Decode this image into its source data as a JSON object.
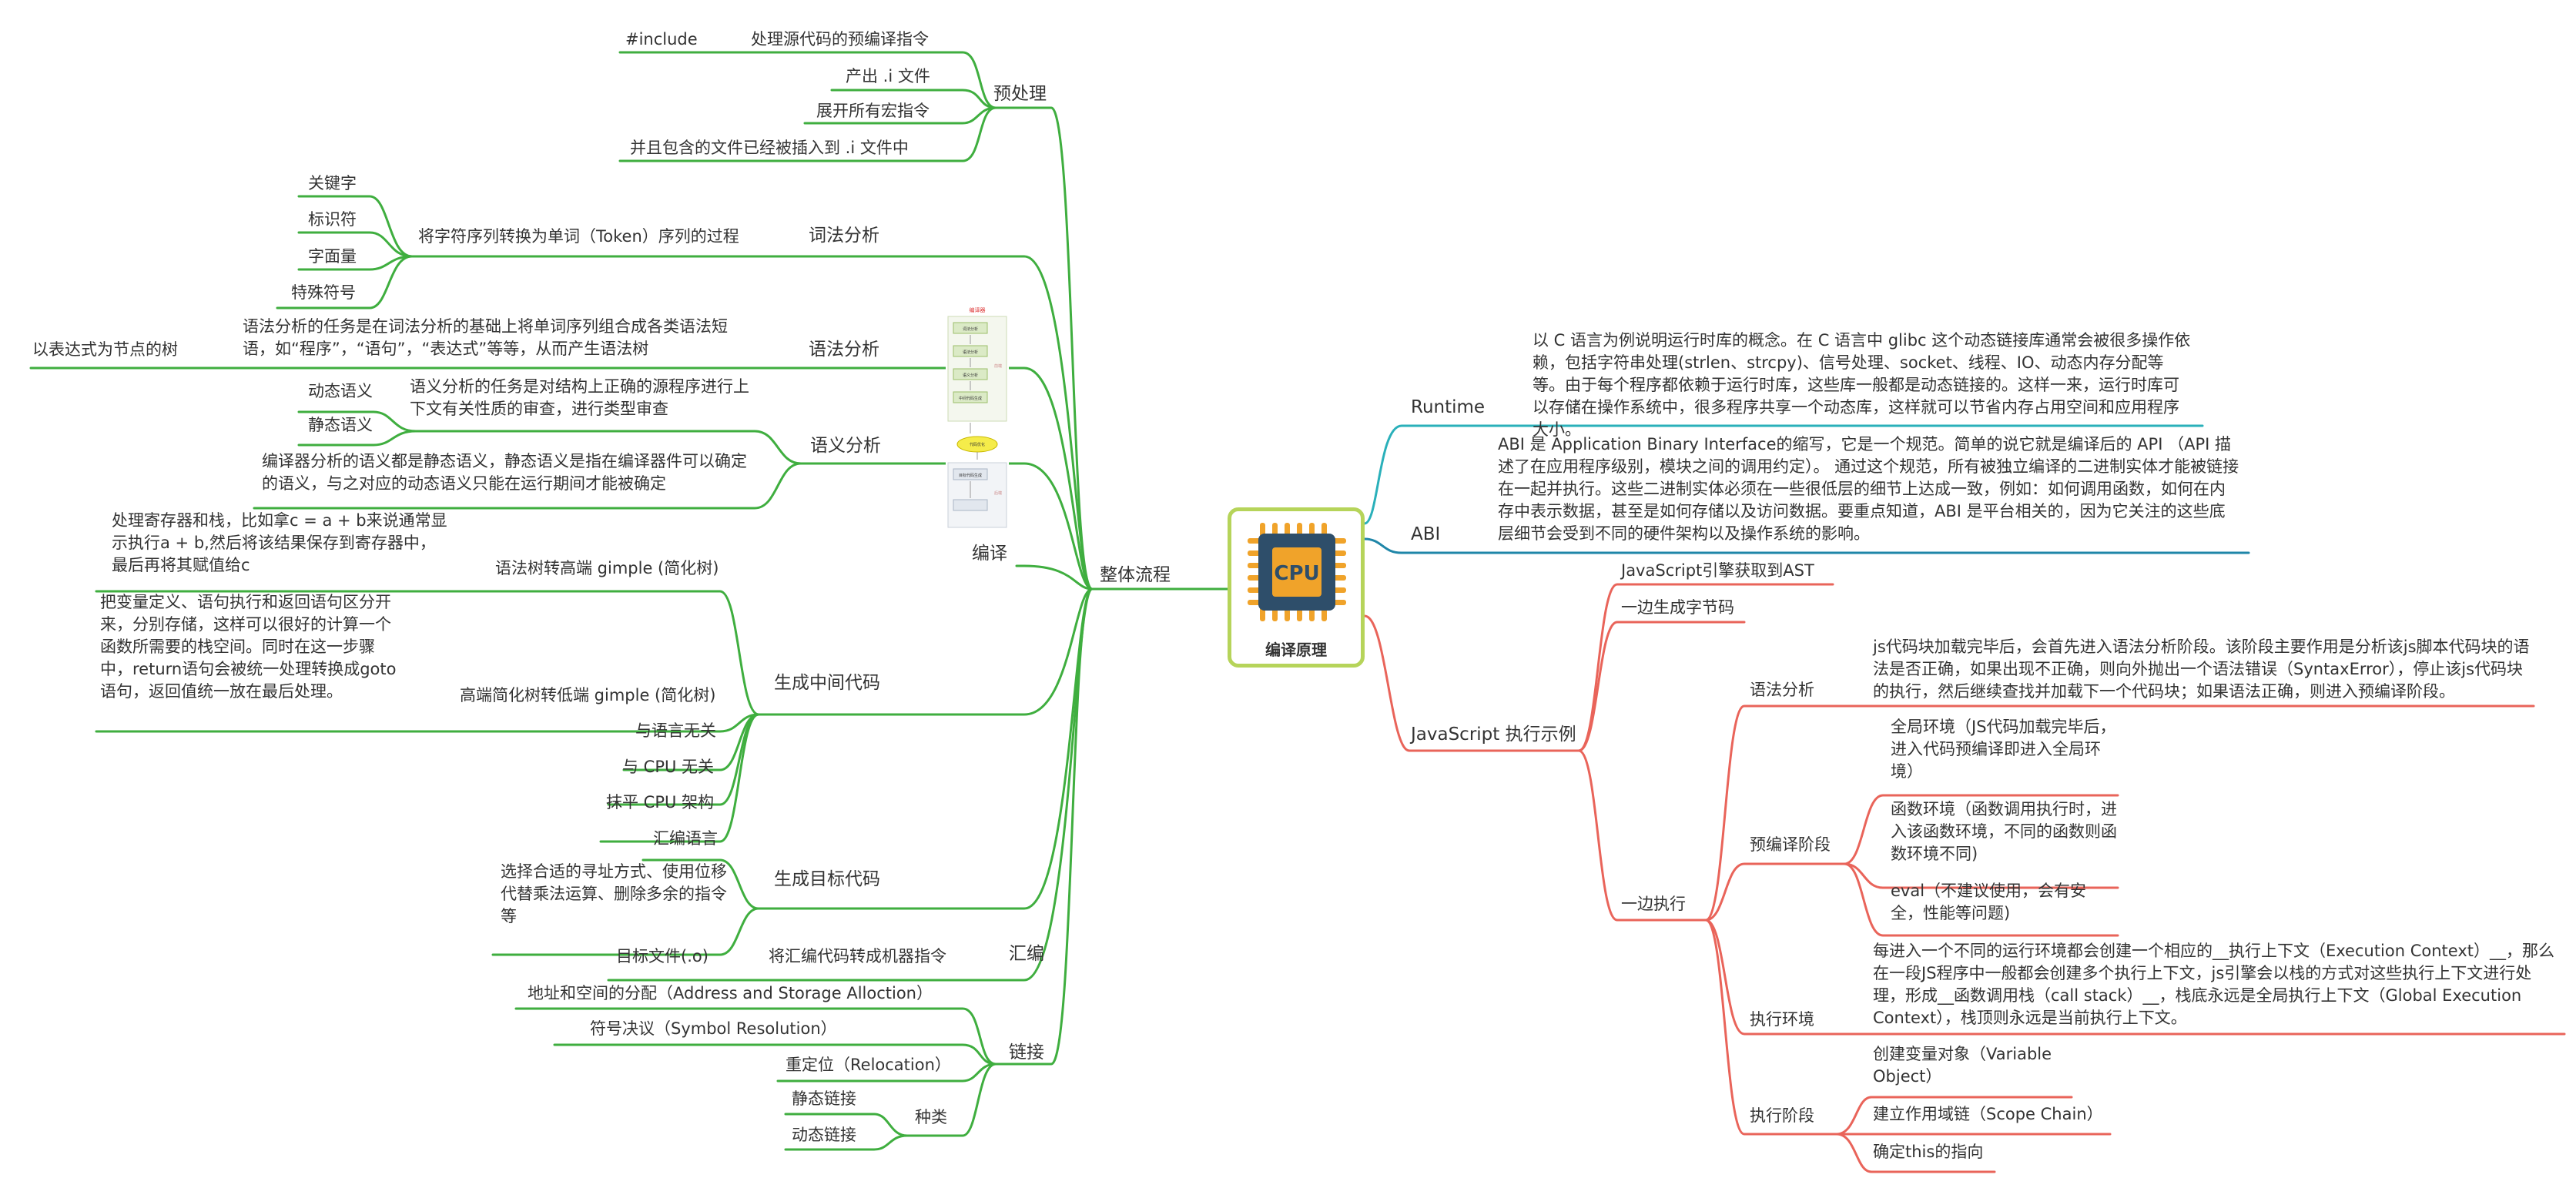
{
  "root": {
    "label": "编译原理",
    "icon": "cpu-icon",
    "icon_text": "CPU"
  },
  "colors": {
    "left": "#3fae3f",
    "runtime": "#2ab0ba",
    "abi": "#1f86a8",
    "js": "#e9645a"
  },
  "left": {
    "overall": "整体流程",
    "preprocess": {
      "label": "预处理",
      "include_key": "#include",
      "include_desc": "处理源代码的预编译指令",
      "out_i": "产出 .i 文件",
      "expand_macro": "展开所有宏指令",
      "included": "并且包含的文件已经被插入到 .i 文件中"
    },
    "compile": {
      "label": "编译",
      "thumb": {
        "title": "编译器",
        "steps": [
          "词法分析",
          "语法分析",
          "语义分析",
          "中间代码生成",
          "代码优化",
          "目标代码生成"
        ],
        "side1": "前端",
        "side2": "后端"
      },
      "lexical": {
        "label": "词法分析",
        "desc": "将字符序列转换为单词（Token）序列的过程",
        "items": [
          "关键字",
          "标识符",
          "字面量",
          "特殊符号"
        ]
      },
      "syntax": {
        "label": "语法分析",
        "desc": "语法分析的任务是在词法分析的基础上将单词序列组合成各类语法短语，如“程序”，“语句”，“表达式”等等，从而产生语法树",
        "child": "以表达式为节点的树"
      },
      "semantic": {
        "label": "语义分析",
        "desc1": "语义分析的任务是对结构上正确的源程序进行上下文有关性质的审查，进行类型审查",
        "dynamic": "动态语义",
        "static": "静态语义",
        "desc2": "编译器分析的语义都是静态语义，静态语义是指在编译器件可以确定的语义，与之对应的动态语义只能在运行期间才能被确定"
      },
      "ir": {
        "label": "生成中间代码",
        "high": "语法树转高端 gimple (简化树)",
        "high_desc": "处理寄存器和栈，比如拿c = a + b来说通常显示执行a + b,然后将该结果保存到寄存器中，最后再将其赋值给c",
        "low": "高端简化树转低端 gimple (简化树)",
        "low_desc": "把变量定义、语句执行和返回语句区分开来，分别存储，这样可以很好的计算一个函数所需要的栈空间。同时在这一步骤中，return语句会被统一处理转换成goto语句，返回值统一放在最后处理。",
        "lang": "与语言无关",
        "cpu": "与 CPU 无关",
        "arch": "抹平 CPU 架构"
      },
      "target": {
        "label": "生成目标代码",
        "asm": "汇编语言",
        "desc": "选择合适的寻址方式、使用位移代替乘法运算、删除多余的指令等"
      }
    },
    "assemble": {
      "label": "汇编",
      "desc": "将汇编代码转成机器指令",
      "obj": "目标文件(.o)"
    },
    "link": {
      "label": "链接",
      "addr": "地址和空间的分配（Address and Storage Alloction）",
      "symbol": "符号决议（Symbol Resolution）",
      "reloc": "重定位（Relocation）",
      "kinds": "种类",
      "static": "静态链接",
      "dynamic": "动态链接"
    }
  },
  "right": {
    "runtime": {
      "label": "Runtime",
      "desc": "以 C 语言为例说明运行时库的概念。在 C 语言中 glibc 这个动态链接库通常会被很多操作依赖，包括字符串处理(strlen、strcpy)、信号处理、socket、线程、IO、动态内存分配等等。由于每个程序都依赖于运行时库，这些库一般都是动态链接的。这样一来，运行时库可以存储在操作系统中，很多程序共享一个动态库，这样就可以节省内存占用空间和应用程序大小。"
    },
    "abi": {
      "label": "ABI",
      "desc": "ABI 是 Application Binary Interface的缩写，它是一个规范。简单的说它就是编译后的 API （API 描述了在应用程序级别，模块之间的调用约定）。 通过这个规范，所有被独立编译的二进制实体才能被链接在一起并执行。这些二进制实体必须在一些很低层的细节上达成一致，例如：如何调用函数，如何在内存中表示数据，甚至是如何存储以及访问数据。要重点知道，ABI 是平台相关的，因为它关注的这些底层细节会受到不同的硬件架构以及操作系统的影响。"
    },
    "js": {
      "label": "JavaScript 执行示例",
      "ast": "JavaScript引擎获取到AST",
      "bytecode": "一边生成字节码",
      "exec": "一边执行",
      "syntax": {
        "label": "语法分析",
        "desc": "js代码块加载完毕后，会首先进入语法分析阶段。该阶段主要作用是分析该js脚本代码块的语法是否正确，如果出现不正确，则向外抛出一个语法错误（SyntaxError），停止该js代码块的执行，然后继续查找并加载下一个代码块；如果语法正确，则进入预编译阶段。"
      },
      "precompile": {
        "label": "预编译阶段",
        "global": "全局环境（JS代码加载完毕后，进入代码预编译即进入全局环境）",
        "func": "函数环境（函数调用执行时，进入该函数环境，不同的函数则函数环境不同)",
        "eval": "eval（不建议使用，会有安全，性能等问题)"
      },
      "env": {
        "label": "执行环境",
        "desc": "每进入一个不同的运行环境都会创建一个相应的__执行上下文（Execution Context）__，那么在一段JS程序中一般都会创建多个执行上下文，js引擎会以栈的方式对这些执行上下文进行处理，形成__函数调用栈（call stack）__，栈底永远是全局执行上下文（Global Execution Context），栈顶则永远是当前执行上下文。"
      },
      "phase": {
        "label": "执行阶段",
        "var": "创建变量对象（Variable Object）",
        "scope": "建立作用域链（Scope Chain）",
        "this": "确定this的指向"
      }
    }
  }
}
